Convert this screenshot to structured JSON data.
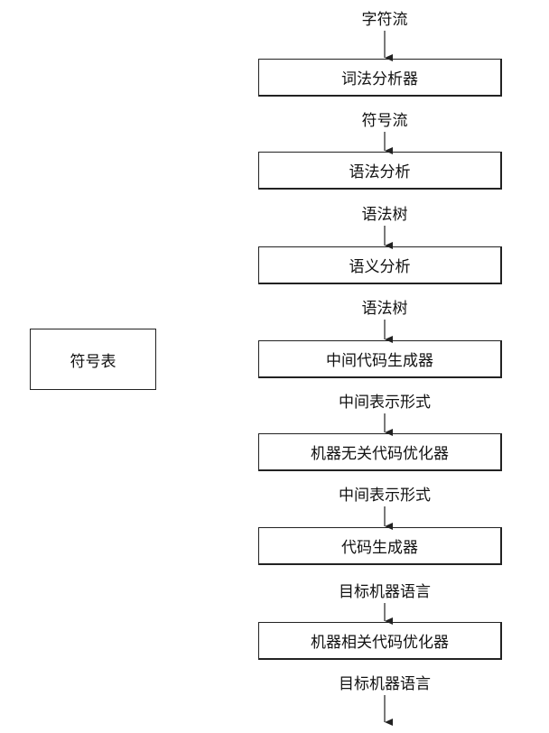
{
  "side": {
    "symbol_table": "符号表"
  },
  "stages": [
    "词法分析器",
    "语法分析",
    "语义分析",
    "中间代码生成器",
    "机器无关代码优化器",
    "代码生成器",
    "机器相关代码优化器"
  ],
  "flows": [
    "字符流",
    "符号流",
    "语法树",
    "语法树",
    "中间表示形式",
    "中间表示形式",
    "目标机器语言",
    "目标机器语言"
  ]
}
